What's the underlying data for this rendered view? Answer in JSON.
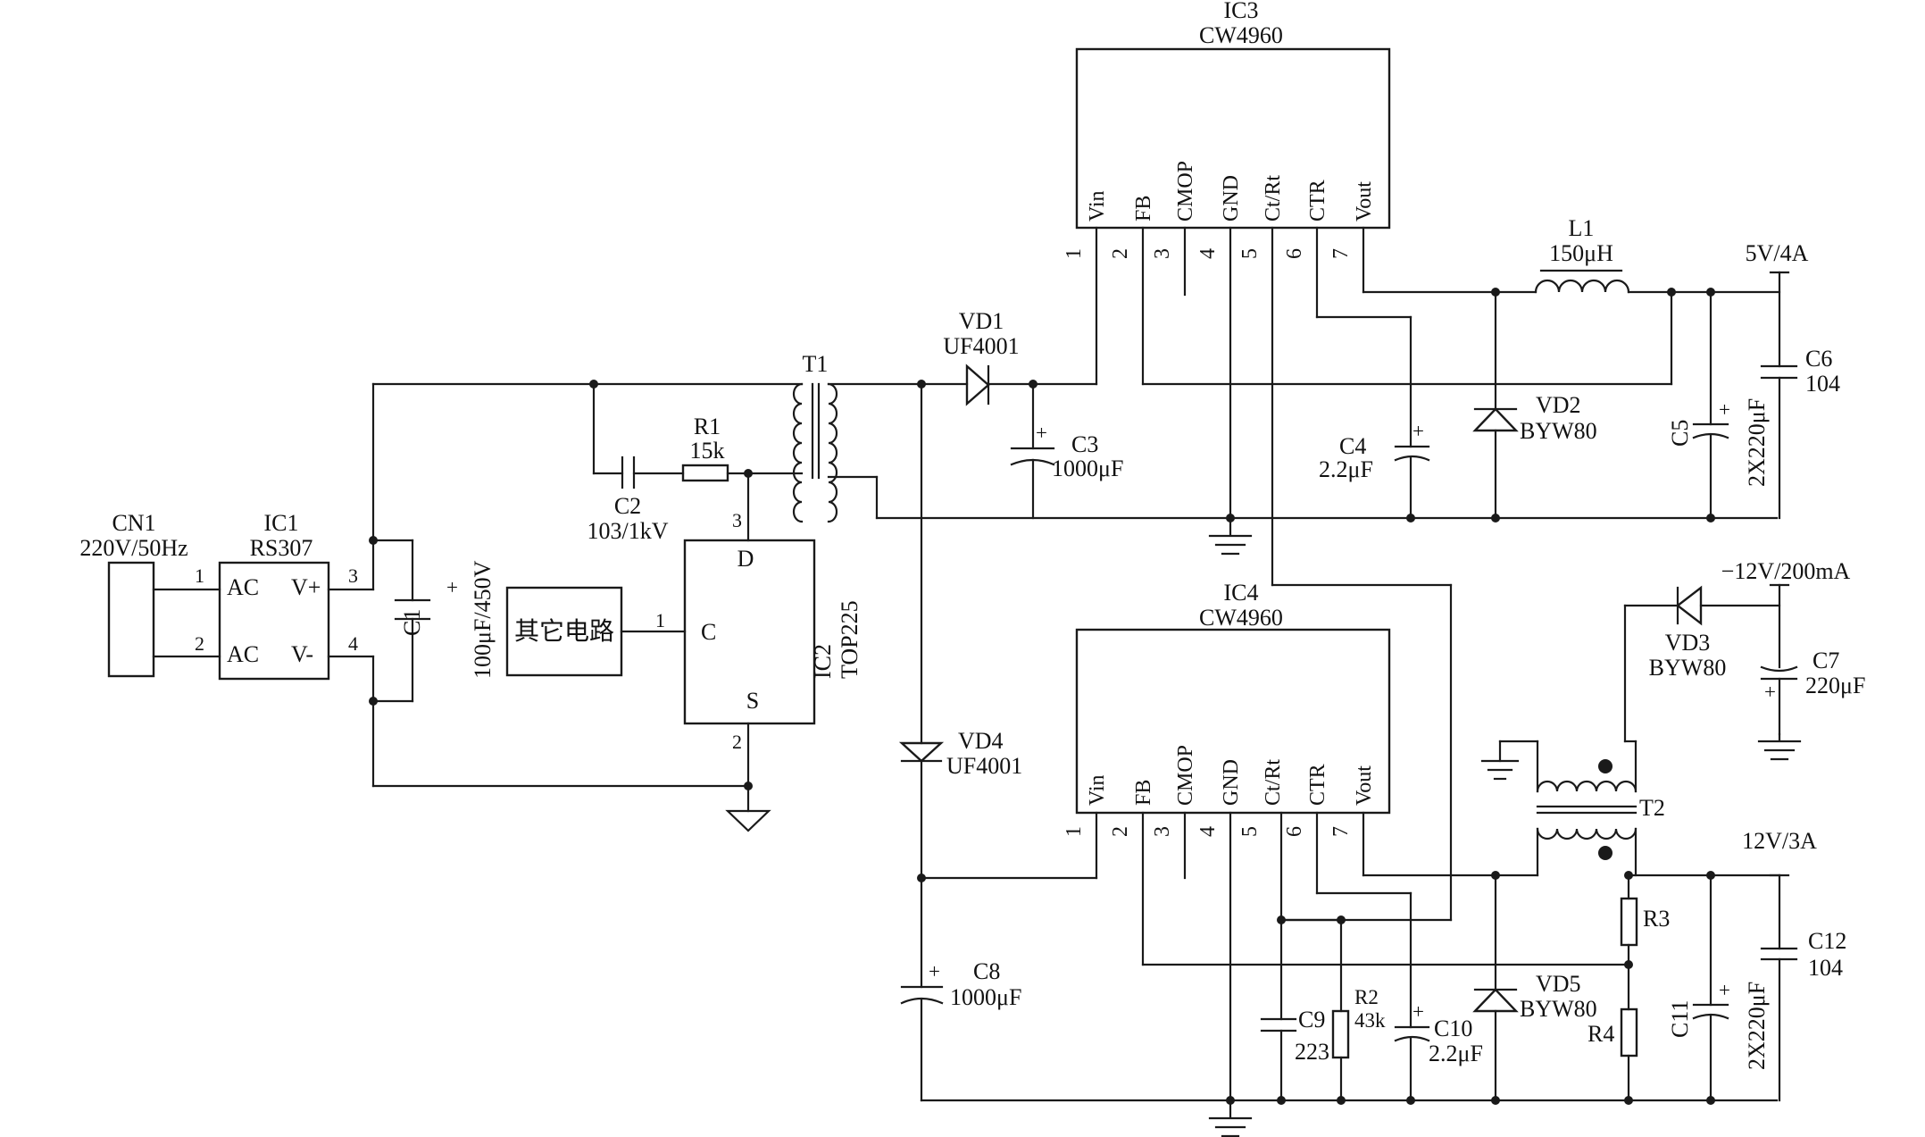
{
  "ic3": {
    "ref": "IC3",
    "part": "CW4960"
  },
  "ic4": {
    "ref": "IC4",
    "part": "CW4960"
  },
  "cw_pins": [
    "Vin",
    "FB",
    "CMOP",
    "GND",
    "Ct/Rt",
    "CTR",
    "Vout"
  ],
  "cw_pin_numbers": [
    "1",
    "2",
    "3",
    "4",
    "5",
    "6",
    "7"
  ],
  "cn1": {
    "ref": "CN1",
    "rating": "220V/50Hz"
  },
  "ic1": {
    "ref": "IC1",
    "part": "RS307",
    "ac1": "AC",
    "ac2": "AC",
    "vplus": "V+",
    "vminus": "V-"
  },
  "ic1_pins": {
    "p1": "1",
    "p2": "2",
    "p3": "3",
    "p4": "4"
  },
  "c1": {
    "ref": "C1",
    "value": "100μF/450V"
  },
  "other_circuit": "其它电路",
  "ic2": {
    "ref": "IC2",
    "part": "TOP225",
    "d": "D",
    "c": "C",
    "s": "S",
    "pin_d": "3",
    "pin_c": "1",
    "pin_s": "2"
  },
  "r1": {
    "ref": "R1",
    "value": "15k"
  },
  "c2": {
    "ref": "C2",
    "value": "103/1kV"
  },
  "t1": "T1",
  "t2": "T2",
  "vd1": {
    "ref": "VD1",
    "part": "UF4001"
  },
  "c3": {
    "ref": "C3",
    "value": "1000μF"
  },
  "vd4": {
    "ref": "VD4",
    "part": "UF4001"
  },
  "c8": {
    "ref": "C8",
    "value": "1000μF"
  },
  "l1": {
    "ref": "L1",
    "value": "150μH"
  },
  "vd2": {
    "ref": "VD2",
    "part": "BYW80"
  },
  "c4": {
    "ref": "C4",
    "value": "2.2μF"
  },
  "c5": {
    "ref": "C5",
    "value": "2X220μF"
  },
  "c6": {
    "ref": "C6",
    "value": "104"
  },
  "out_5v": "5V/4A",
  "out_neg12v": "−12V/200mA",
  "vd3": {
    "ref": "VD3",
    "part": "BYW80"
  },
  "c7": {
    "ref": "C7",
    "value": "220μF"
  },
  "out_12v": "12V/3A",
  "r3": "R3",
  "r4": "R4",
  "vd5": {
    "ref": "VD5",
    "part": "BYW80"
  },
  "c9": {
    "ref": "C9",
    "value": "223"
  },
  "r2": {
    "ref": "R2",
    "value": "43k"
  },
  "c10": {
    "ref": "C10",
    "value": "2.2μF"
  },
  "c11": {
    "ref": "C11",
    "value": "2X220μF"
  },
  "c12": {
    "ref": "C12",
    "value": "104"
  },
  "plus": "+"
}
